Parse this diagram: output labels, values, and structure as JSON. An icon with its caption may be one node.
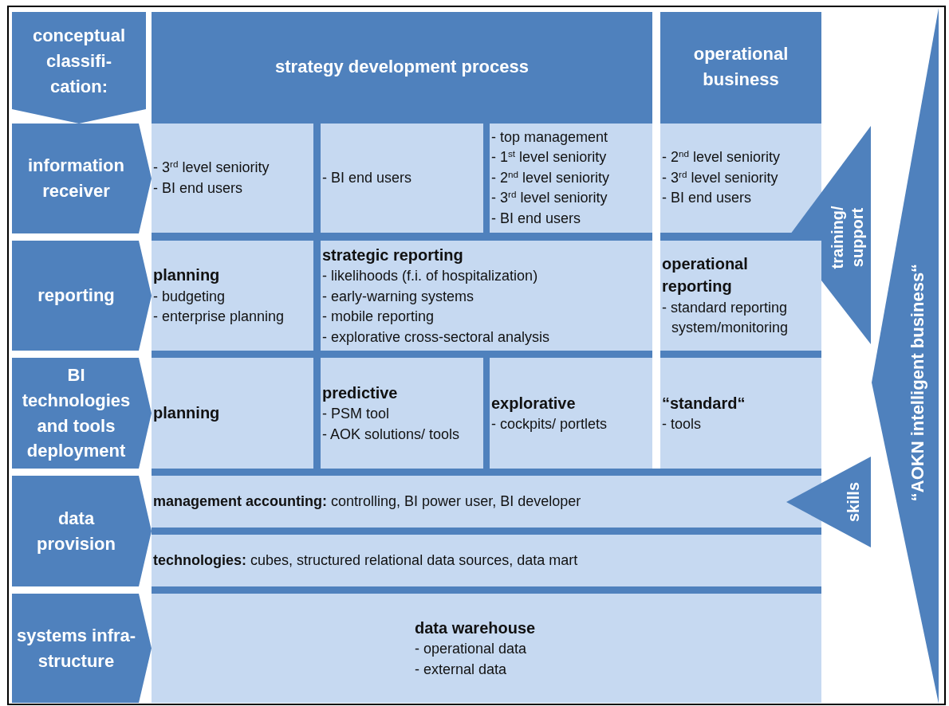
{
  "diagram": {
    "nodes": [
      {
        "text": [
          "conceptual classifi- cation:"
        ]
      },
      {
        "text": [
          "strategy development process"
        ]
      },
      {
        "text": [
          "operational business"
        ]
      },
      {
        "text": [
          "information receiver"
        ]
      },
      {
        "text": [
          "- 3$^{rd}$ level seniority",
          "- BI end users"
        ]
      },
      {
        "text": [
          "- BI end users"
        ]
      },
      {
        "text": [
          "- top management",
          "- 1$^{st}$ level seniority",
          "- 2$^{nd}$ level seniority",
          "- 3$^{rd}$ level seniority",
          "- BI end users"
        ]
      },
      {
        "text": [
          "- 2$^{nd}$ level seniority",
          "- 3$^{rd}$ level seniority",
          "- BI end users"
        ]
      },
      {
        "text": [
          "training/ support"
        ]
      },
      {
        "text": [
          "reporting"
        ]
      },
      {
        "text": [
          "planning",
          "- budgeting",
          "- enterprise planning"
        ]
      },
      {
        "text": [
          "strategic reporting",
          "- likelihoods (f.i. of hospitalization)",
          "- early-warning systems",
          "- mobile reporting",
          "- explorative cross-sectoral analysis"
        ]
      },
      {
        "text": [
          "operational reporting",
          "- standard reporting system/monitoring"
        ]
      },
      {
        "text": [
          "BI technologies and tools deployment"
        ]
      },
      {
        "text": [
          "planning"
        ]
      },
      {
        "text": [
          "predictive",
          "- PSM tool",
          "- AOK solutions/ tools"
        ]
      },
      {
        "text": [
          "explorative",
          "- cockpits/ portlets"
        ]
      },
      {
        "text": [
          "“standard“",
          "- tools"
        ]
      },
      {
        "text": [
          "data provision"
        ]
      },
      {
        "text": [
          "**management accounting:** controlling, BI power user, BI developer"
        ]
      },
      {
        "text": [
          "skills"
        ]
      },
      {
        "text": [
          "**technologies:** cubes, structured relational data sources, data mart"
        ]
      },
      {
        "text": [
          "systems infra- structure"
        ]
      },
      {
        "text": [
          "data warehouse",
          "- operational data",
          "- external data"
        ]
      },
      {
        "text": [
          "“AOKN intelligent business“"
        ]
      }
    ]
  }
}
